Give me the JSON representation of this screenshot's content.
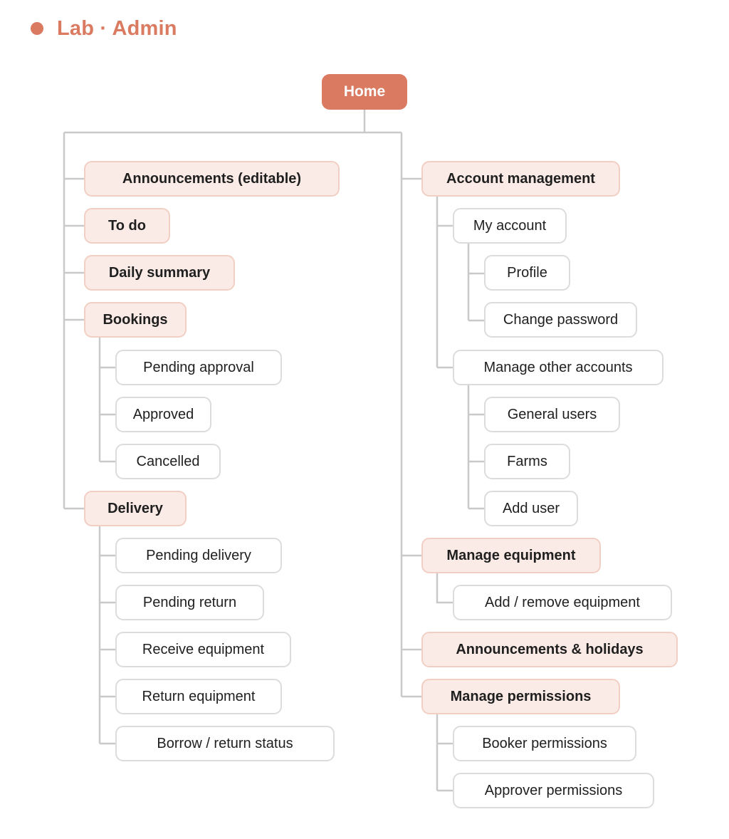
{
  "header": {
    "title": "Lab · Admin",
    "accent": "#d97a61"
  },
  "root": "Home",
  "left": [
    {
      "label": "Announcements (editable)"
    },
    {
      "label": "To do"
    },
    {
      "label": "Daily summary"
    },
    {
      "label": "Bookings",
      "children": [
        "Pending approval",
        "Approved",
        "Cancelled"
      ]
    },
    {
      "label": "Delivery",
      "children": [
        "Pending delivery",
        "Pending return",
        "Receive equipment",
        "Return equipment",
        "Borrow / return status"
      ]
    }
  ],
  "right": [
    {
      "label": "Account management",
      "children": [
        {
          "label": "My account",
          "children": [
            "Profile",
            "Change password"
          ]
        },
        {
          "label": "Manage other accounts",
          "children": [
            "General users",
            "Farms",
            "Add user"
          ]
        }
      ]
    },
    {
      "label": "Manage equipment",
      "children": [
        {
          "label": "Add / remove equipment"
        }
      ]
    },
    {
      "label": "Announcements & holidays"
    },
    {
      "label": "Manage permissions",
      "children": [
        {
          "label": "Booker permissions"
        },
        {
          "label": "Approver permissions"
        }
      ]
    }
  ],
  "colors": {
    "home": "#d97a61",
    "category_fill": "#fbebe6",
    "category_border": "#f2cfc4",
    "leaf_border": "#dcdcdc",
    "connector": "#c9c9c9"
  }
}
